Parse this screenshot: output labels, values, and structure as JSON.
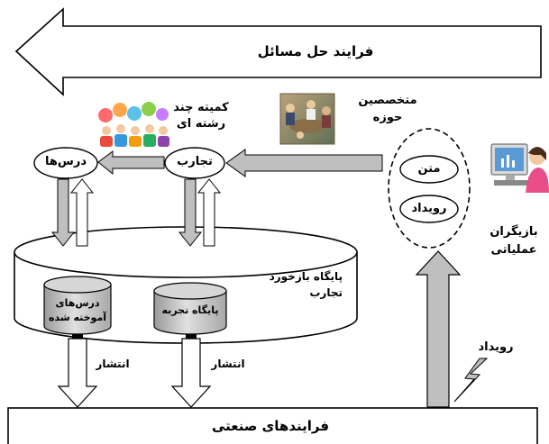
{
  "top_arrow_label": "فرایند حل مسائل",
  "committee_label_line1": "کمیته چند",
  "committee_label_line2": "رشته ای",
  "experts_label_line1": "متخصصین",
  "experts_label_line2": "حوزه",
  "lessons_node": "درس‌ها",
  "experiences_node": "تجارب",
  "text_node": "متن",
  "event_node": "رویداد",
  "operators_label_line1": "بازیگران",
  "operators_label_line2": "عملیاتی",
  "repository_label_line1": "پایگاه بازخورد",
  "repository_label_line2": "تجارب",
  "lessons_db_line1": "درس‌های",
  "lessons_db_line2": "آموخته شده",
  "experience_db": "پایگاه تجربه",
  "publish_label_left": "انتشار",
  "publish_label_right": "انتشار",
  "event_trigger_label": "رویداد",
  "industrial_processes": "فرایندهای صنعتی",
  "colors": {
    "arrow_gray": "#bfbfbf",
    "db_gray": "#c8c8c8",
    "stroke": "#000000",
    "monitor_blue": "#5b9bd5",
    "person_pink": "#e94e8a"
  },
  "icons": [
    "people-group-icon",
    "meeting-photo-icon",
    "computer-operator-icon",
    "lightning-bolt-icon"
  ]
}
